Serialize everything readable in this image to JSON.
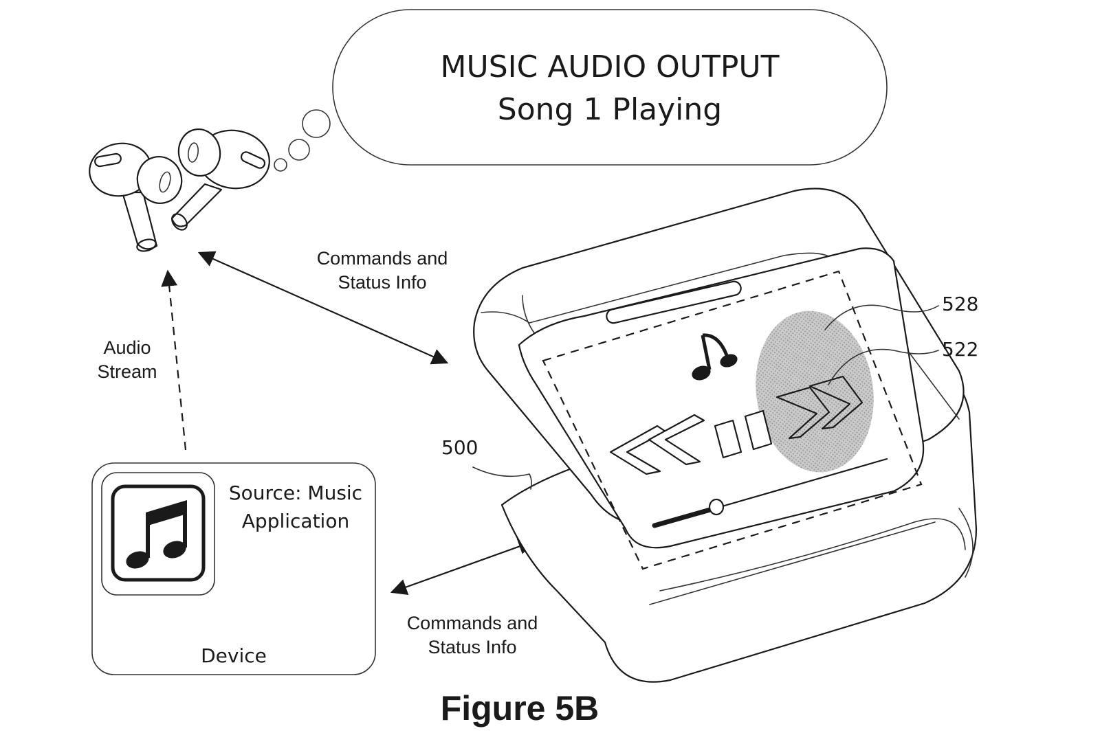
{
  "bubble": {
    "title": "MUSIC AUDIO OUTPUT",
    "subtitle": "Song 1 Playing"
  },
  "labels": {
    "commands_top_line1": "Commands and",
    "commands_top_line2": "Status Info",
    "audio_stream_line1": "Audio",
    "audio_stream_line2": "Stream",
    "commands_bottom_line1": "Commands and",
    "commands_bottom_line2": "Status Info"
  },
  "device": {
    "source_line1": "Source: Music",
    "source_line2": "Application",
    "name": "Device"
  },
  "references": {
    "case": "500",
    "touch_area": "528",
    "next_control": "522"
  },
  "figure_caption": "Figure 5B",
  "icons": [
    "earbuds-icon",
    "music-note-icon",
    "music-app-icon",
    "rewind-icon",
    "pause-icon",
    "fast-forward-icon",
    "progress-slider"
  ],
  "colors": {
    "ink": "#1a1a1a",
    "touch_fill": "#b5b5b5",
    "background": "#ffffff"
  }
}
